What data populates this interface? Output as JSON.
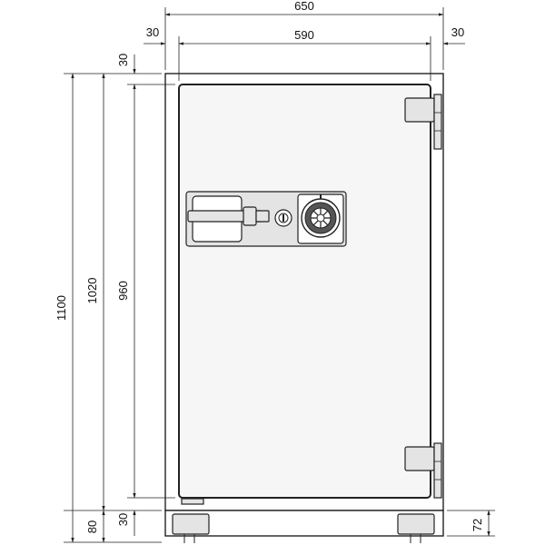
{
  "dimensions": {
    "total_width": "650",
    "inner_width": "590",
    "left_margin": "30",
    "right_margin": "30",
    "total_height": "1100",
    "body_height": "1020",
    "door_height": "960",
    "top_margin": "30",
    "bottom_margin": "30",
    "base_height": "80",
    "foot_height": "72"
  },
  "colors": {
    "line": "#222222",
    "door": "#f6f6f6",
    "panel": "#e4e4e4",
    "dial": "#555555"
  },
  "icons": {
    "dial": "combination-dial-icon",
    "key": "keyhole-icon",
    "handle": "lever-handle-icon",
    "hinge": "hinge-icon"
  }
}
